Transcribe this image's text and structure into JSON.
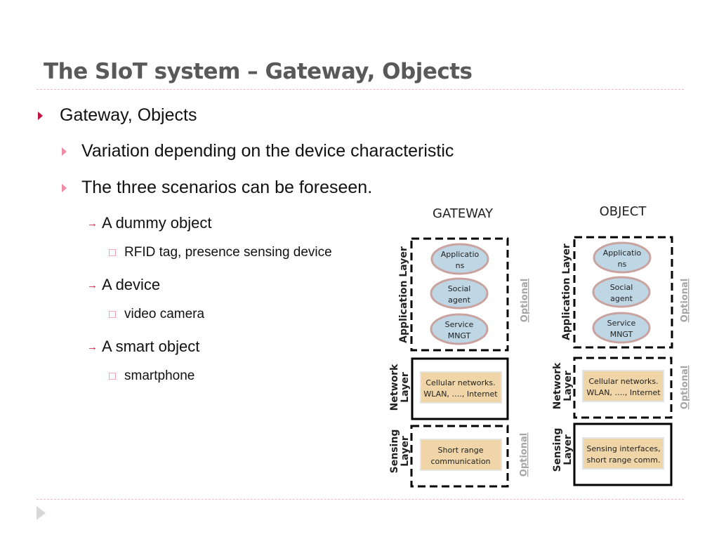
{
  "slide": {
    "title": "The SIoT system – Gateway, Objects",
    "bullets": {
      "level1": "Gateway, Objects",
      "level2a": "Variation depending on the device characteristic",
      "level2b": "The three scenarios can be foreseen.",
      "item1": "A dummy object",
      "item1_sub": "RFID tag, presence sensing device",
      "item2": "A device",
      "item2_sub": "video camera",
      "item3": "A smart object",
      "item3_sub": "smartphone"
    }
  },
  "diagram": {
    "gateway": {
      "header": "GATEWAY",
      "app_layer_label": "Application Layer",
      "network_layer_label": [
        "Network",
        "Layer"
      ],
      "sensing_layer_label": [
        "Sensing",
        "Layer"
      ],
      "app_items": [
        [
          "Applicatio",
          "ns"
        ],
        [
          "Social",
          "agent"
        ],
        [
          "Service",
          "MNGT"
        ]
      ],
      "network_box": [
        "Cellular networks.",
        "WLAN, …., Internet"
      ],
      "sensing_box": [
        "Short range",
        "communication"
      ],
      "optional_app": "Optional",
      "optional_sensing": "Optional"
    },
    "object": {
      "header": "OBJECT",
      "app_layer_label": "Application Layer",
      "network_layer_label": [
        "Network",
        "Layer"
      ],
      "sensing_layer_label": [
        "Sensing",
        "Layer"
      ],
      "app_items": [
        [
          "Applicatio",
          "ns"
        ],
        [
          "Social",
          "agent"
        ],
        [
          "Service",
          "MNGT"
        ]
      ],
      "network_box": [
        "Cellular networks.",
        "WLAN, …., Internet"
      ],
      "sensing_box": [
        "Sensing interfaces,",
        "short range comm."
      ],
      "optional_app": "Optional",
      "optional_network": "Optional"
    },
    "colors": {
      "ellipse_fill": "#bfd6e5",
      "ellipse_stroke": "#c9a3a0",
      "box_fill": "#efd5a8",
      "optional_text": "#a6a6a6"
    }
  }
}
